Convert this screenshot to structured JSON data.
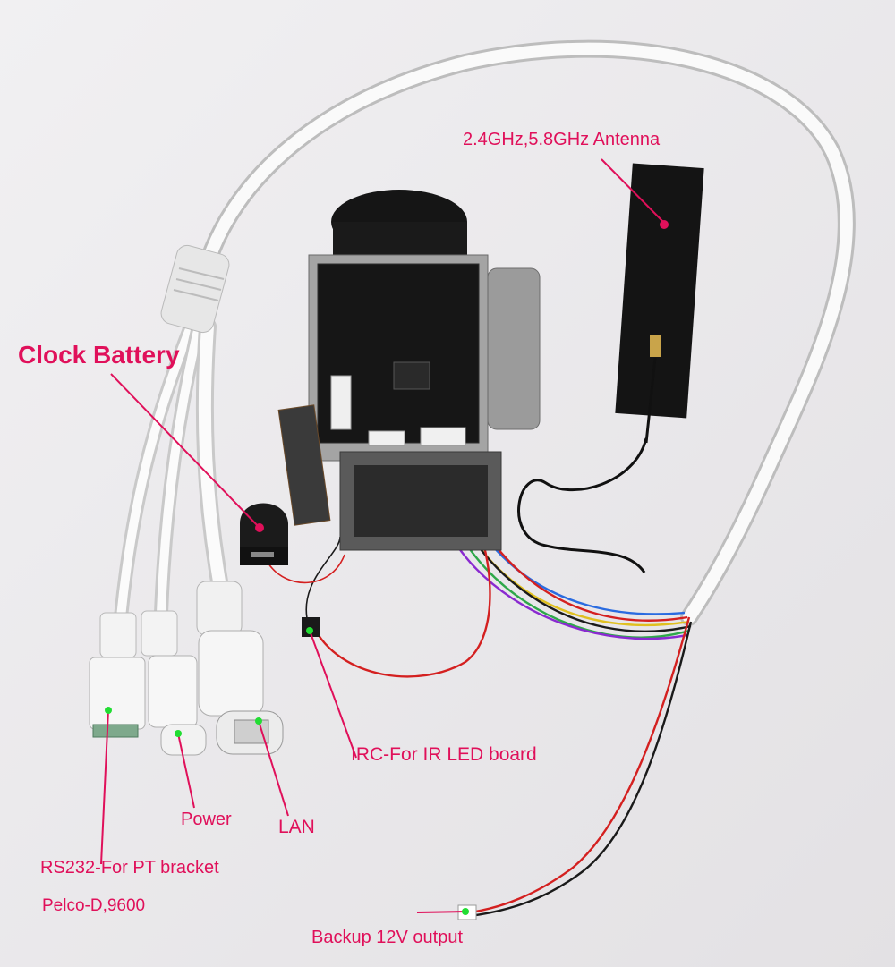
{
  "labels": {
    "antenna": "2.4GHz,5.8GHz Antenna",
    "clock_battery": "Clock Battery",
    "irc": "IRC-For IR LED board",
    "power": "Power",
    "lan": "LAN",
    "rs232": "RS232-For PT bracket",
    "pelco": "Pelco-D,9600",
    "backup": "Backup 12V output"
  },
  "colors": {
    "annotation": "#e0105a",
    "marker": "#22dd33",
    "background": "#eceaec"
  }
}
